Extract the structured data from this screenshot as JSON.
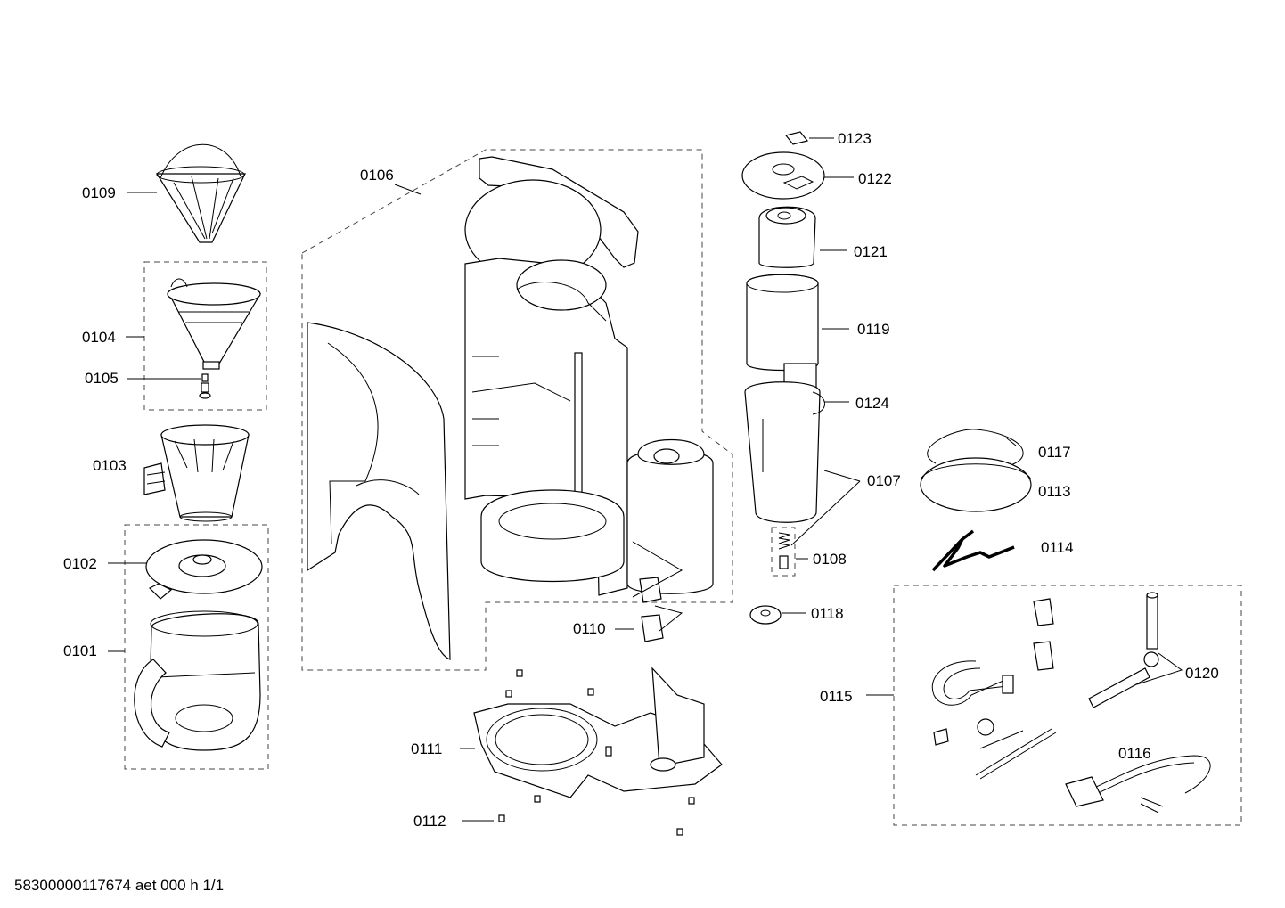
{
  "footer": {
    "document_id": "58300000117674 aet 000 h 1/1"
  },
  "parts": {
    "p0101": "0101",
    "p0102": "0102",
    "p0103": "0103",
    "p0104": "0104",
    "p0105": "0105",
    "p0106": "0106",
    "p0107": "0107",
    "p0108": "0108",
    "p0109": "0109",
    "p0110": "0110",
    "p0111": "0111",
    "p0112": "0112",
    "p0113": "0113",
    "p0114": "0114",
    "p0115": "0115",
    "p0116": "0116",
    "p0117": "0117",
    "p0118": "0118",
    "p0119": "0119",
    "p0120": "0120",
    "p0121": "0121",
    "p0122": "0122",
    "p0123": "0123",
    "p0124": "0124"
  },
  "colors": {
    "line": "#000000",
    "background": "#ffffff",
    "group_border": "#444444"
  }
}
